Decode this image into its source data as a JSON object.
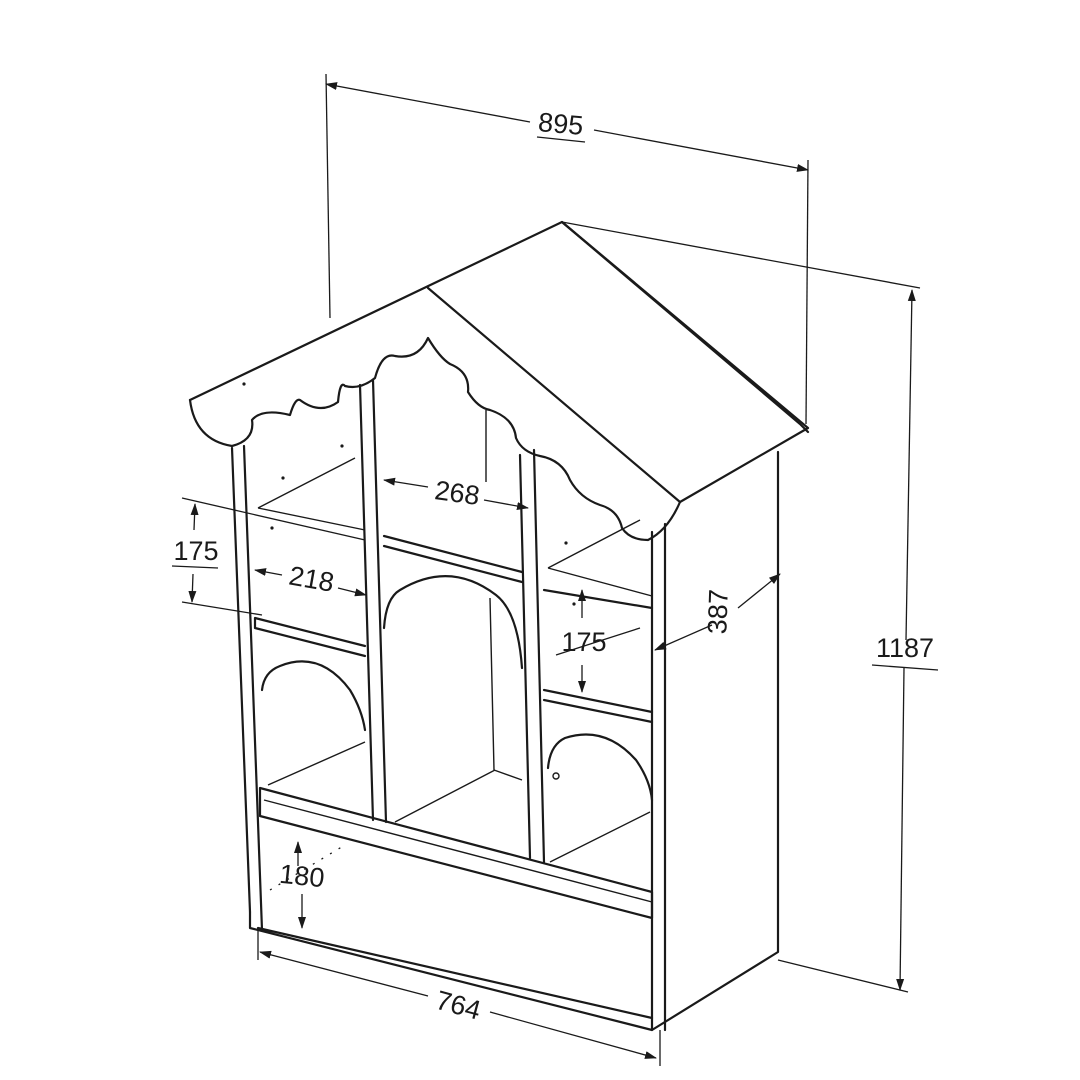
{
  "dimensions": {
    "total_width": "895",
    "total_height": "1187",
    "depth": "387",
    "base_width": "764",
    "center_compartment_width": "268",
    "left_compartment_width": "218",
    "left_shelf_height": "175",
    "right_shelf_height": "175",
    "bottom_clearance": "180"
  }
}
